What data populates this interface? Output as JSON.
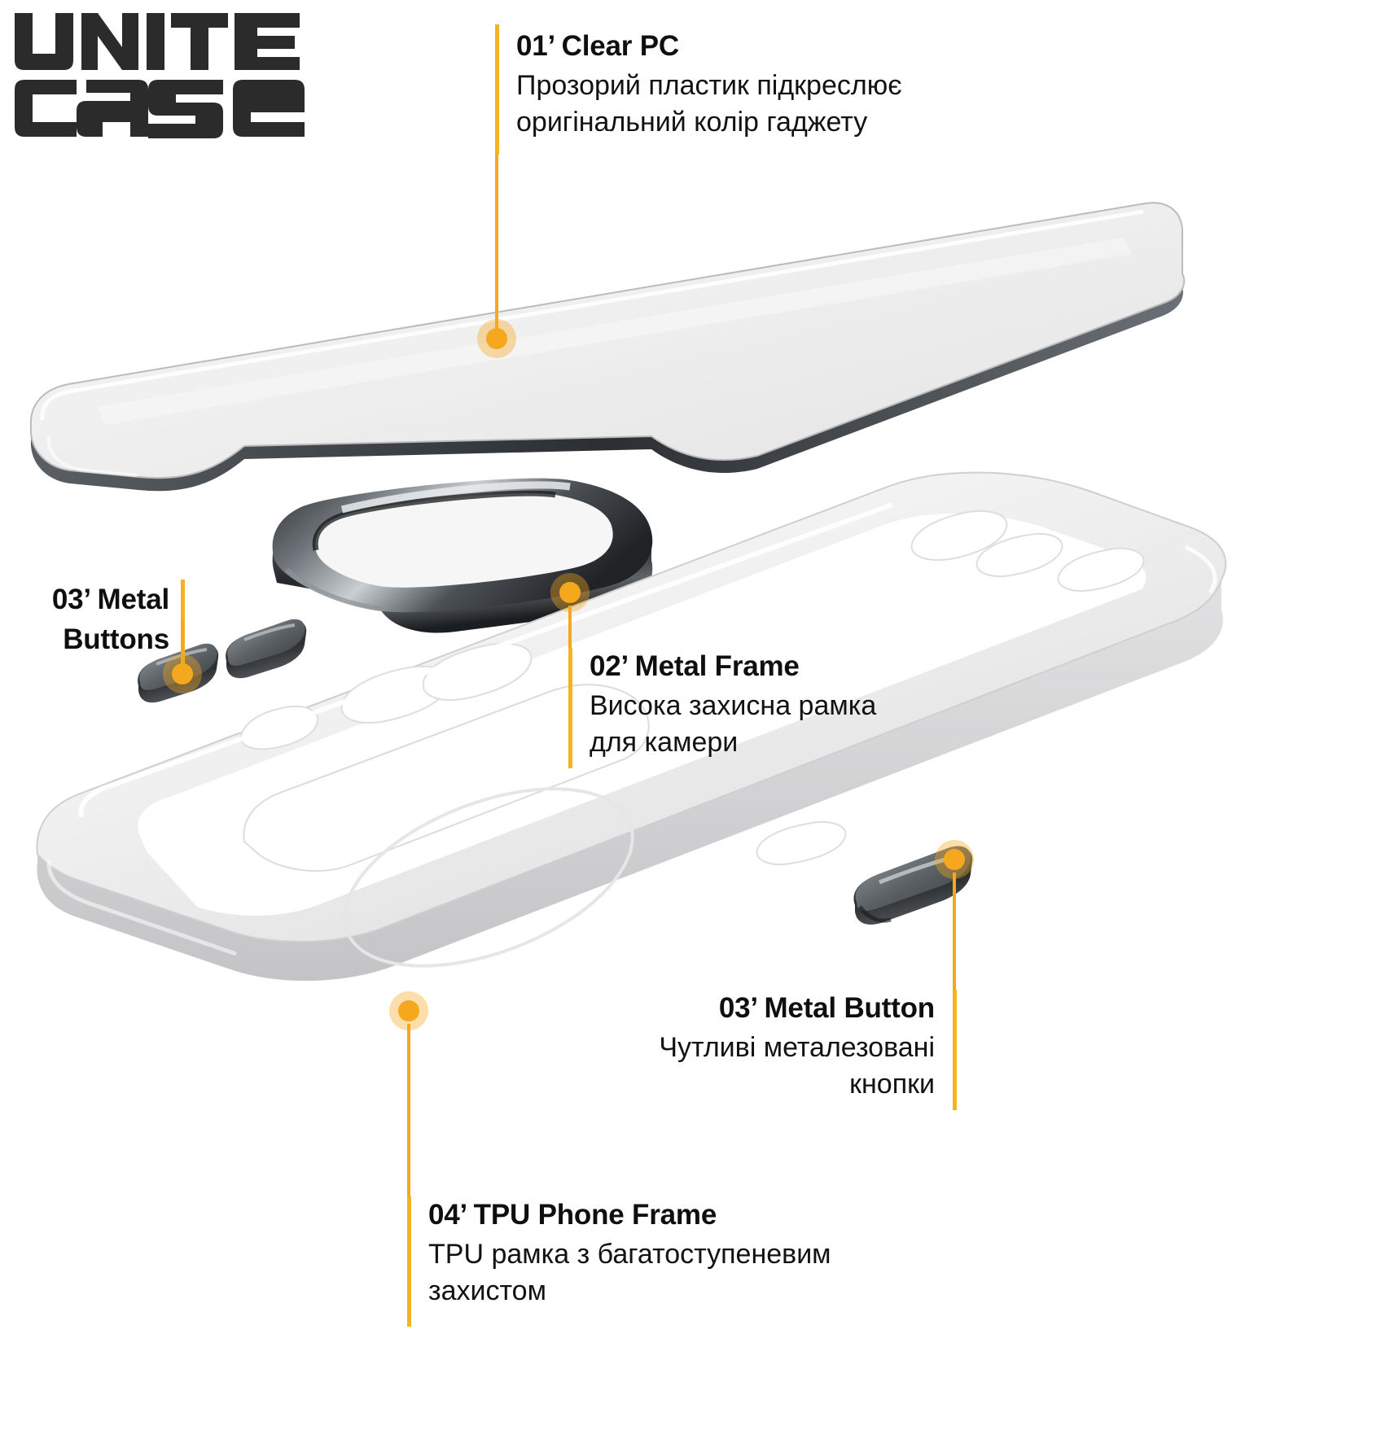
{
  "brand": {
    "name": "UNITE CASE",
    "line1": "UNITE",
    "line2": "CASE"
  },
  "theme": {
    "accent": "#f5a71d",
    "rule": "#f5b324",
    "text": "#111111",
    "background": "#ffffff",
    "case_body": "#f2f2f2",
    "metal_dark": "#3a3a3a"
  },
  "callouts": [
    {
      "id": "clear-pc",
      "number": "01'",
      "title": "01’ Clear PC",
      "desc_line1": "Прозорий пластик підкреслює",
      "desc_line2": "оригінальний колір гаджету",
      "align": "left"
    },
    {
      "id": "metal-buttons",
      "number": "03'",
      "title_line1": "03’ Metal",
      "title_line2": "Buttons",
      "align": "right"
    },
    {
      "id": "metal-frame",
      "number": "02'",
      "title": "02’ Metal Frame",
      "desc_line1": "Висока захисна рамка",
      "desc_line2": "для камери",
      "align": "left"
    },
    {
      "id": "metal-button",
      "number": "03'",
      "title": "03’ Metal Button",
      "desc_line1": "Чутливі металезовані",
      "desc_line2": "кнопки",
      "align": "right"
    },
    {
      "id": "tpu-phone-frame",
      "number": "04'",
      "title": "04’ TPU Phone Frame",
      "desc_line1": "TPU рамка з багатоступеневим",
      "desc_line2": "захистом",
      "align": "left"
    }
  ],
  "parts": [
    {
      "id": "clear-pc-panel",
      "name": "Clear PC back panel"
    },
    {
      "id": "metal-camera-frame",
      "name": "Metal camera frame ring"
    },
    {
      "id": "metal-button-volume-up",
      "name": "Metal button"
    },
    {
      "id": "metal-button-volume-down",
      "name": "Metal button"
    },
    {
      "id": "metal-button-power",
      "name": "Metal button"
    },
    {
      "id": "tpu-frame",
      "name": "TPU phone frame"
    }
  ]
}
